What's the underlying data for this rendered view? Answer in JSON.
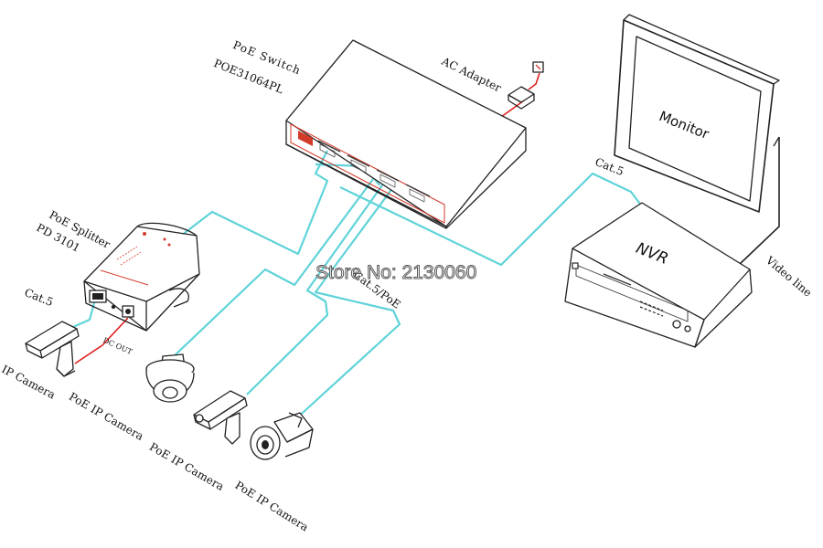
{
  "labels": {
    "poe_switch": "PoE Switch",
    "poe_switch_model": "POE31064PL",
    "ac_adapter": "AC Adapter",
    "monitor": "Monitor",
    "nvr": "NVR",
    "cat5_nvr": "Cat.5",
    "video_line": "Video line",
    "poe_splitter": "PoE Splitter",
    "poe_splitter_model": "PD 3101",
    "cat5_splitter": "Cat.5",
    "dc_out": "DC OUT",
    "cat5_poe": "Cat.5/PoE",
    "watermark": "Store No: 2130060",
    "ip_camera": "IP Camera",
    "poe_ip_camera_1": "PoE IP Camera",
    "poe_ip_camera_2": "PoE IP Camera",
    "poe_ip_camera_3": "PoE IP Camera"
  },
  "colors": {
    "cable": "#5fd3d8",
    "power": "#e02020",
    "outline": "#222222",
    "accent": "#d23a2a"
  }
}
